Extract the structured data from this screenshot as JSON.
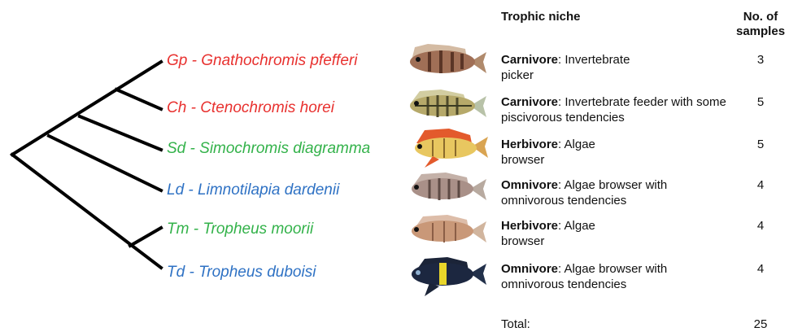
{
  "columns": {
    "niche_header": "Trophic niche",
    "samples_header_line1": "No. of",
    "samples_header_line2": "samples"
  },
  "rows": [
    {
      "abbr": "Gp",
      "sep": " - ",
      "name": "Gnathochromis pfefferi",
      "color": "#e8312f",
      "niche_type": "Carnivore",
      "niche_detail": ": Invertebrate picker",
      "samples": "3",
      "fish_icon": "fish-photo-gnathochromis-pfefferi"
    },
    {
      "abbr": "Ch",
      "sep": " - ",
      "name": "Ctenochromis horei",
      "color": "#e8312f",
      "niche_type": "Carnivore",
      "niche_detail": ": Invertebrate feeder with some piscivorous tendencies",
      "samples": "5",
      "fish_icon": "fish-photo-ctenochromis-horei"
    },
    {
      "abbr": "Sd",
      "sep": " - ",
      "name": "Simochromis diagramma",
      "color": "#33b24a",
      "niche_type": "Herbivore",
      "niche_detail": ": Algae browser",
      "samples": "5",
      "fish_icon": "fish-photo-simochromis-diagramma"
    },
    {
      "abbr": "Ld",
      "sep": " - ",
      "name": "Limnotilapia dardenii",
      "color": "#2f72c4",
      "niche_type": "Omnivore",
      "niche_detail": ": Algae browser with omnivorous tendencies",
      "samples": "4",
      "fish_icon": "fish-photo-limnotilapia-dardenii"
    },
    {
      "abbr": "Tm",
      "sep": " - ",
      "name": "Tropheus moorii",
      "color": "#33b24a",
      "niche_type": "Herbivore",
      "niche_detail": ": Algae browser",
      "samples": "4",
      "fish_icon": "fish-photo-tropheus-moorii"
    },
    {
      "abbr": "Td",
      "sep": " - ",
      "name": "Tropheus duboisi",
      "color": "#2f72c4",
      "niche_type": "Omnivore",
      "niche_detail": ": Algae browser with omnivorous tendencies",
      "samples": "4",
      "fish_icon": "fish-photo-tropheus-duboisi"
    }
  ],
  "total": {
    "label": "Total:",
    "value": "25"
  }
}
